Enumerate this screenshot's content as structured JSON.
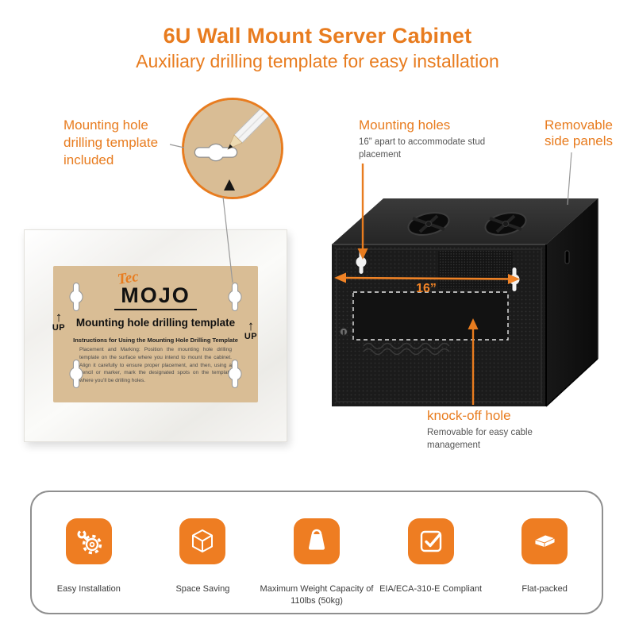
{
  "header": {
    "title": "6U Wall Mount Server Cabinet",
    "subtitle": "Auxiliary drilling template for easy installation"
  },
  "callouts": {
    "template_included": {
      "text": "Mounting hole drilling template included"
    },
    "mounting_holes": {
      "title": "Mounting holes",
      "desc": "16” apart to accommodate stud placement"
    },
    "side_panels": {
      "title": "Removable side panels"
    },
    "knockoff_hole": {
      "title": "knock-off hole",
      "desc": "Removable for easy cable management"
    }
  },
  "cabinet": {
    "dimension_label": "16”"
  },
  "template_sheet": {
    "brand_script": "Tec",
    "brand_block": "MOJO",
    "title": "Mounting hole drilling template",
    "instructions_heading": "Instructions for Using the Mounting Hole Drilling Template",
    "instructions_body": "Placement and Marking: Position the mounting hole drilling template on the surface where you intend to mount the cabinet. Align it carefully to ensure proper placement, and then, using a pencil or marker, mark the designated spots on the template where you’ll be drilling holes.",
    "up_label": "UP"
  },
  "features": [
    {
      "label": "Easy Installation",
      "icon": "wrench-gear-icon"
    },
    {
      "label": "Space Saving",
      "icon": "cube-icon"
    },
    {
      "label": "Maximum Weight Capacity of 110lbs (50kg)",
      "icon": "weight-icon"
    },
    {
      "label": "EIA/ECA-310-E Compliant",
      "icon": "check-icon"
    },
    {
      "label": "Flat-packed",
      "icon": "flat-box-icon"
    }
  ],
  "colors": {
    "accent": "#e87c1f",
    "tan": "#d9bd95",
    "cabinet": "#1a1a1a"
  }
}
